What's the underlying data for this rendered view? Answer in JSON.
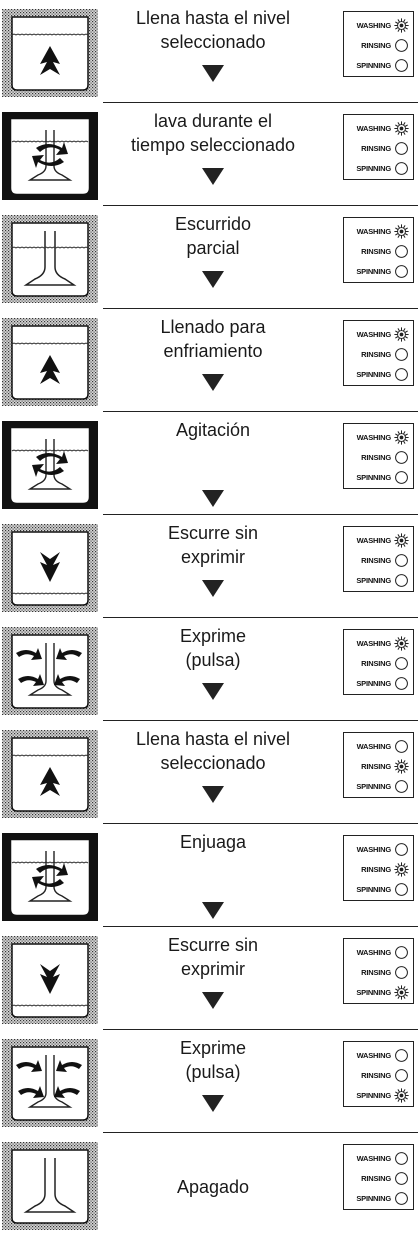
{
  "status_labels": {
    "washing": "WASHING",
    "rinsing": "RINSING",
    "spinning": "SPINNING"
  },
  "steps": [
    {
      "lines": [
        "Llena hasta el nivel",
        "seleccionado"
      ],
      "icon": "fill",
      "active": "washing"
    },
    {
      "lines": [
        "lava durante el",
        "tiempo seleccionado"
      ],
      "icon": "agitate",
      "active": "washing"
    },
    {
      "lines": [
        "Escurrido",
        "parcial"
      ],
      "icon": "empty-tub",
      "active": "washing"
    },
    {
      "lines": [
        "Llenado para",
        "enfriamiento"
      ],
      "icon": "fill",
      "active": "washing"
    },
    {
      "lines": [
        "Agitación",
        ""
      ],
      "icon": "agitate",
      "active": "washing"
    },
    {
      "lines": [
        "Escurre sin",
        "exprimir"
      ],
      "icon": "drain",
      "active": "washing"
    },
    {
      "lines": [
        "Exprime",
        "(pulsa)"
      ],
      "icon": "spin",
      "active": "washing"
    },
    {
      "lines": [
        "Llena hasta el nivel",
        "seleccionado"
      ],
      "icon": "fill",
      "active": "rinsing"
    },
    {
      "lines": [
        "Enjuaga",
        ""
      ],
      "icon": "agitate",
      "active": "rinsing"
    },
    {
      "lines": [
        "Escurre sin",
        "exprimir"
      ],
      "icon": "drain",
      "active": "spinning"
    },
    {
      "lines": [
        "Exprime",
        "(pulsa)"
      ],
      "icon": "spin",
      "active": "spinning"
    },
    {
      "lines": [
        "",
        "Apagado"
      ],
      "icon": "empty-tub",
      "active": "none"
    }
  ]
}
